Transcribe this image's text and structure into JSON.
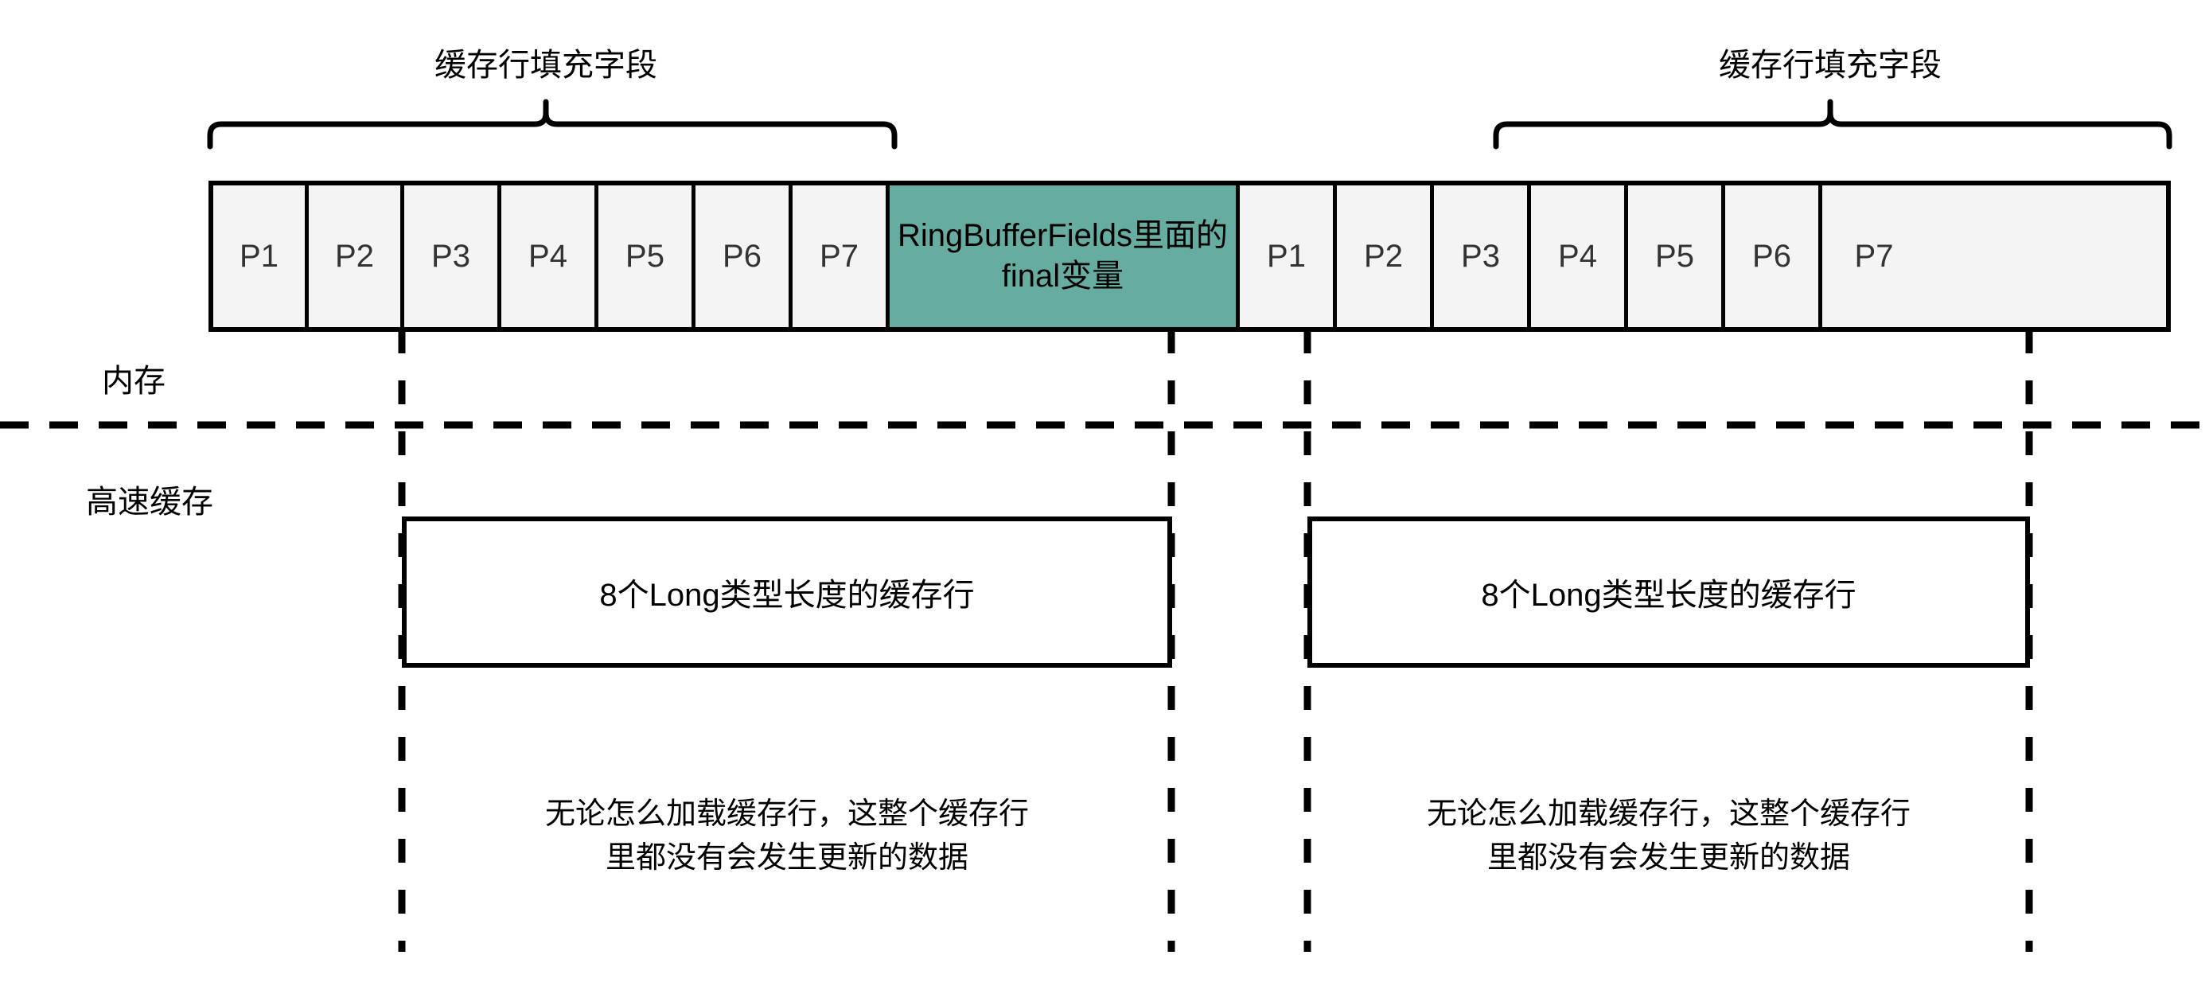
{
  "diagram": {
    "title_top_left": "缓存行填充字段",
    "title_top_right": "缓存行填充字段",
    "memory_label": "内存",
    "cache_label": "高速缓存",
    "colors": {
      "padding_cell_fill": "#f4f4f4",
      "final_field_fill": "#67aca0",
      "stroke": "#000000",
      "background": "#ffffff"
    },
    "memory_bar": {
      "left_padding_cells": [
        "P1",
        "P2",
        "P3",
        "P4",
        "P5",
        "P6",
        "P7"
      ],
      "center_block": "RingBufferFields里面的\nfinal变量",
      "right_padding_cells": [
        "P1",
        "P2",
        "P3",
        "P4",
        "P5",
        "P6",
        "P7"
      ]
    },
    "cache_lines": [
      {
        "label": "8个Long类型长度的缓存行",
        "note": "无论怎么加载缓存行，这整个缓存行\n里都没有会发生更新的数据"
      },
      {
        "label": "8个Long类型长度的缓存行",
        "note": "无论怎么加载缓存行，这整个缓存行\n里都没有会发生更新的数据"
      }
    ]
  }
}
